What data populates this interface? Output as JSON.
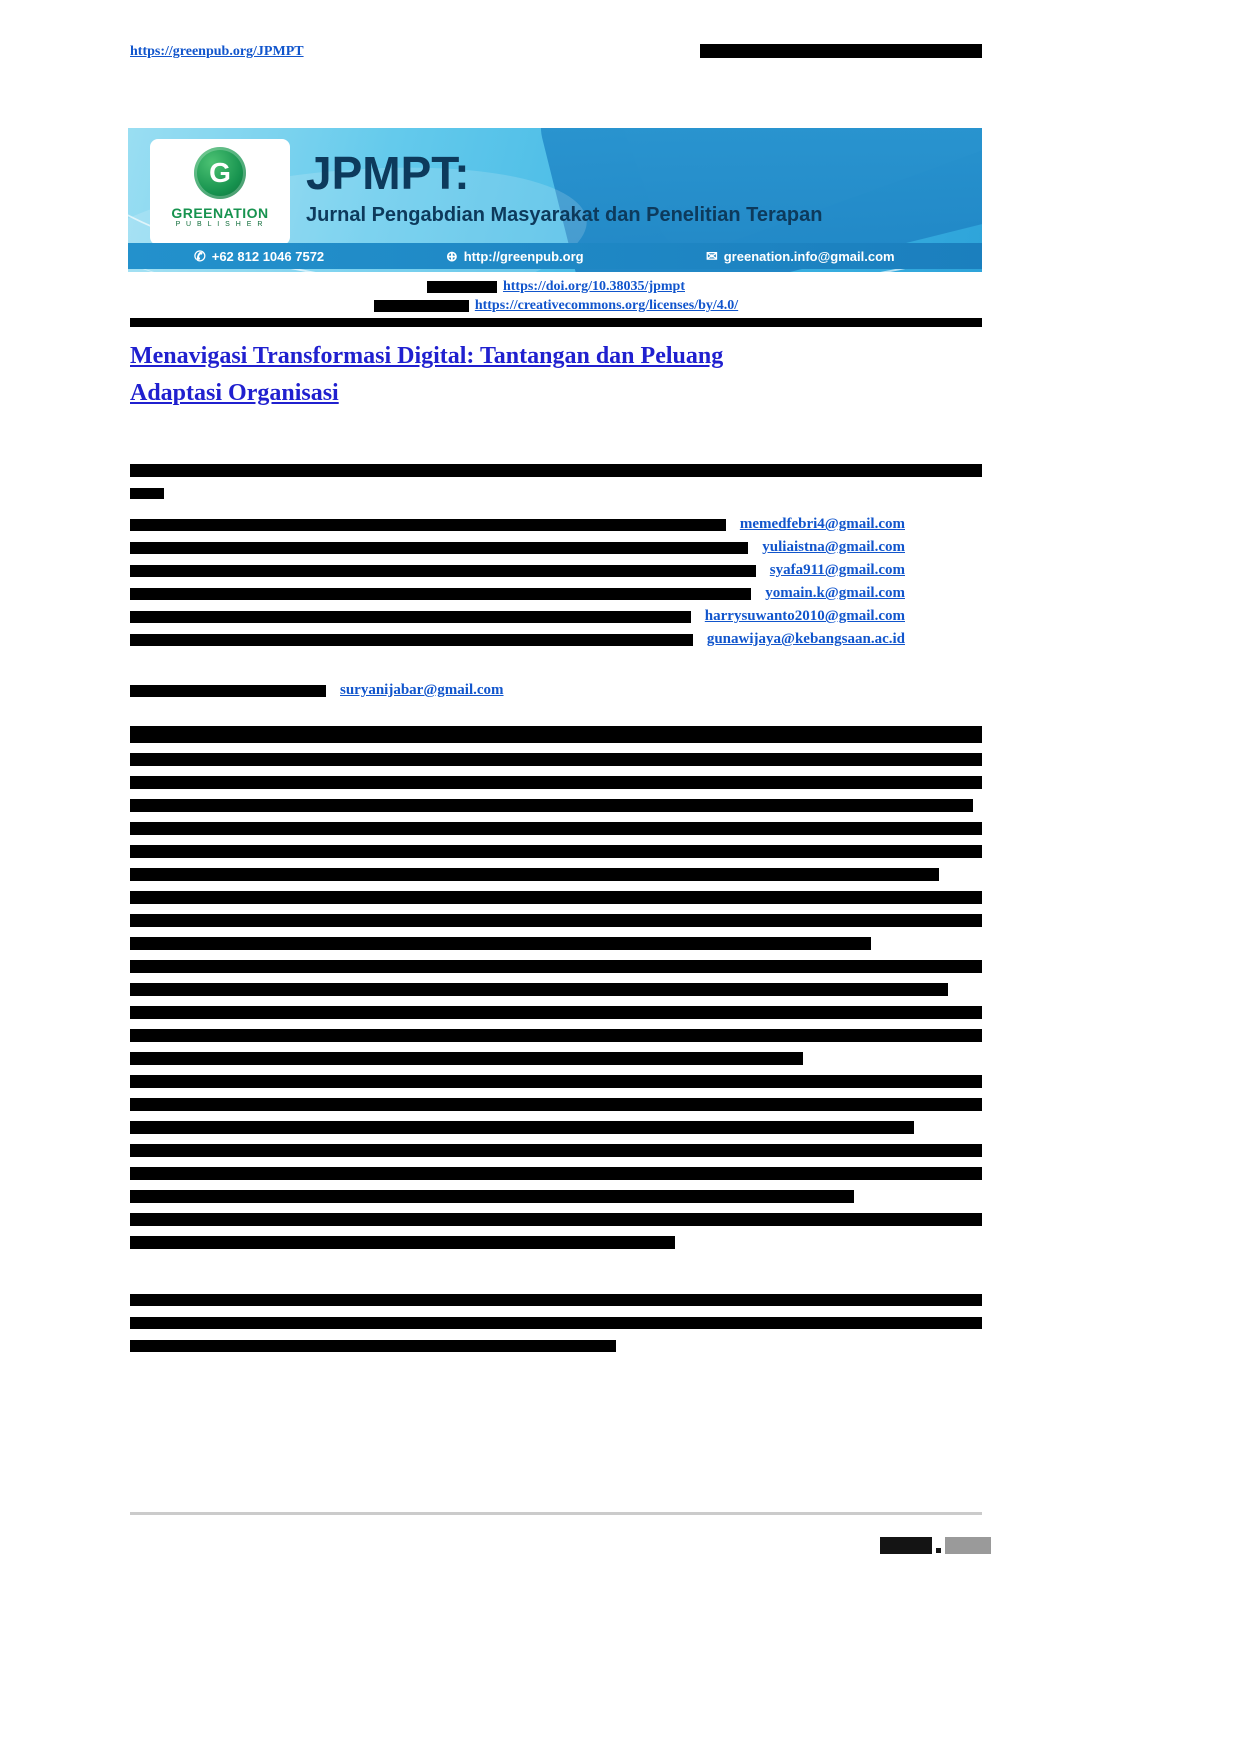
{
  "header": {
    "journal_url": "https://greenpub.org/JPMPT"
  },
  "banner": {
    "logo": {
      "monogram": "G",
      "name": "GREENATION",
      "subtitle": "P U B L I S H E R"
    },
    "abbr": "JPMPT:",
    "title": "Jurnal Pengabdian Masyarakat dan Penelitian Terapan",
    "contacts": {
      "whatsapp": "+62 812 1046 7572",
      "website": "http://greenpub.org",
      "email": "greenation.info@gmail.com"
    }
  },
  "icons": {
    "whatsapp": "✆",
    "globe": "⊕",
    "email": "✉"
  },
  "meta_links": {
    "doi": "https://doi.org/10.38035/jpmpt",
    "license": "https://creativecommons.org/licenses/by/4.0/"
  },
  "article": {
    "title_line1": "Menavigasi Transformasi Digital: Tantangan dan Peluang",
    "title_line2": "Adaptasi Organisasi"
  },
  "authors": {
    "emails": [
      "memedfebri4@gmail.com",
      "yuliaistna@gmail.com",
      "syafa911@gmail.com",
      "yomain.k@gmail.com",
      "harrysuwanto2010@gmail.com",
      "gunawijaya@kebangsaan.ac.id"
    ],
    "corresponding_email": "suryanijabar@gmail.com"
  },
  "colors": {
    "banner_blue": "#40b6e4",
    "strip_blue": "#1b7fbe",
    "brand_navy": "#0d3a5c",
    "logo_green": "#17934f",
    "link_blue": "#1155cc",
    "title_blue": "#2020cf"
  }
}
